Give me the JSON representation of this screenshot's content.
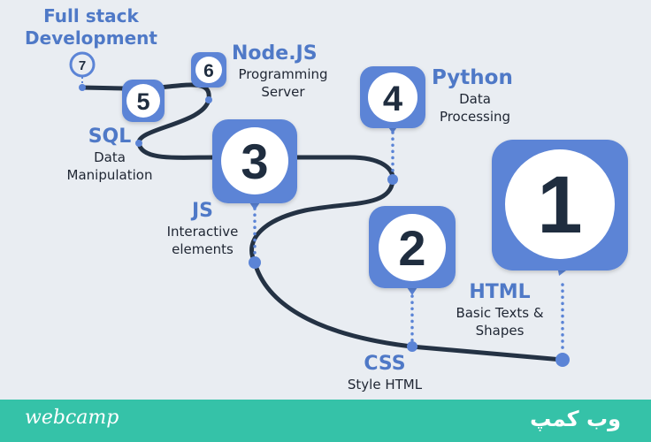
{
  "colors": {
    "background": "#e9edf2",
    "accent": "#5b84d6",
    "path": "#243244",
    "footer": "#35c2a8"
  },
  "steps": [
    {
      "number": "1",
      "title": "HTML",
      "lines": [
        "Basic Texts &",
        "Shapes"
      ]
    },
    {
      "number": "2",
      "title": "CSS",
      "lines": [
        "Style HTML"
      ]
    },
    {
      "number": "3",
      "title": "JS",
      "lines": [
        "Interactive",
        "elements"
      ]
    },
    {
      "number": "4",
      "title": "Python",
      "lines": [
        "Data",
        "Processing"
      ]
    },
    {
      "number": "5",
      "title": "SQL",
      "lines": [
        "Data",
        "Manipulation"
      ]
    },
    {
      "number": "6",
      "title": "Node.JS",
      "lines": [
        "Programming",
        "Server"
      ]
    },
    {
      "number": "7",
      "title_lines": [
        "Full stack",
        "Development"
      ]
    }
  ],
  "footer": {
    "brand_latin": "webcamp",
    "brand_persian": "وب کمپ"
  }
}
